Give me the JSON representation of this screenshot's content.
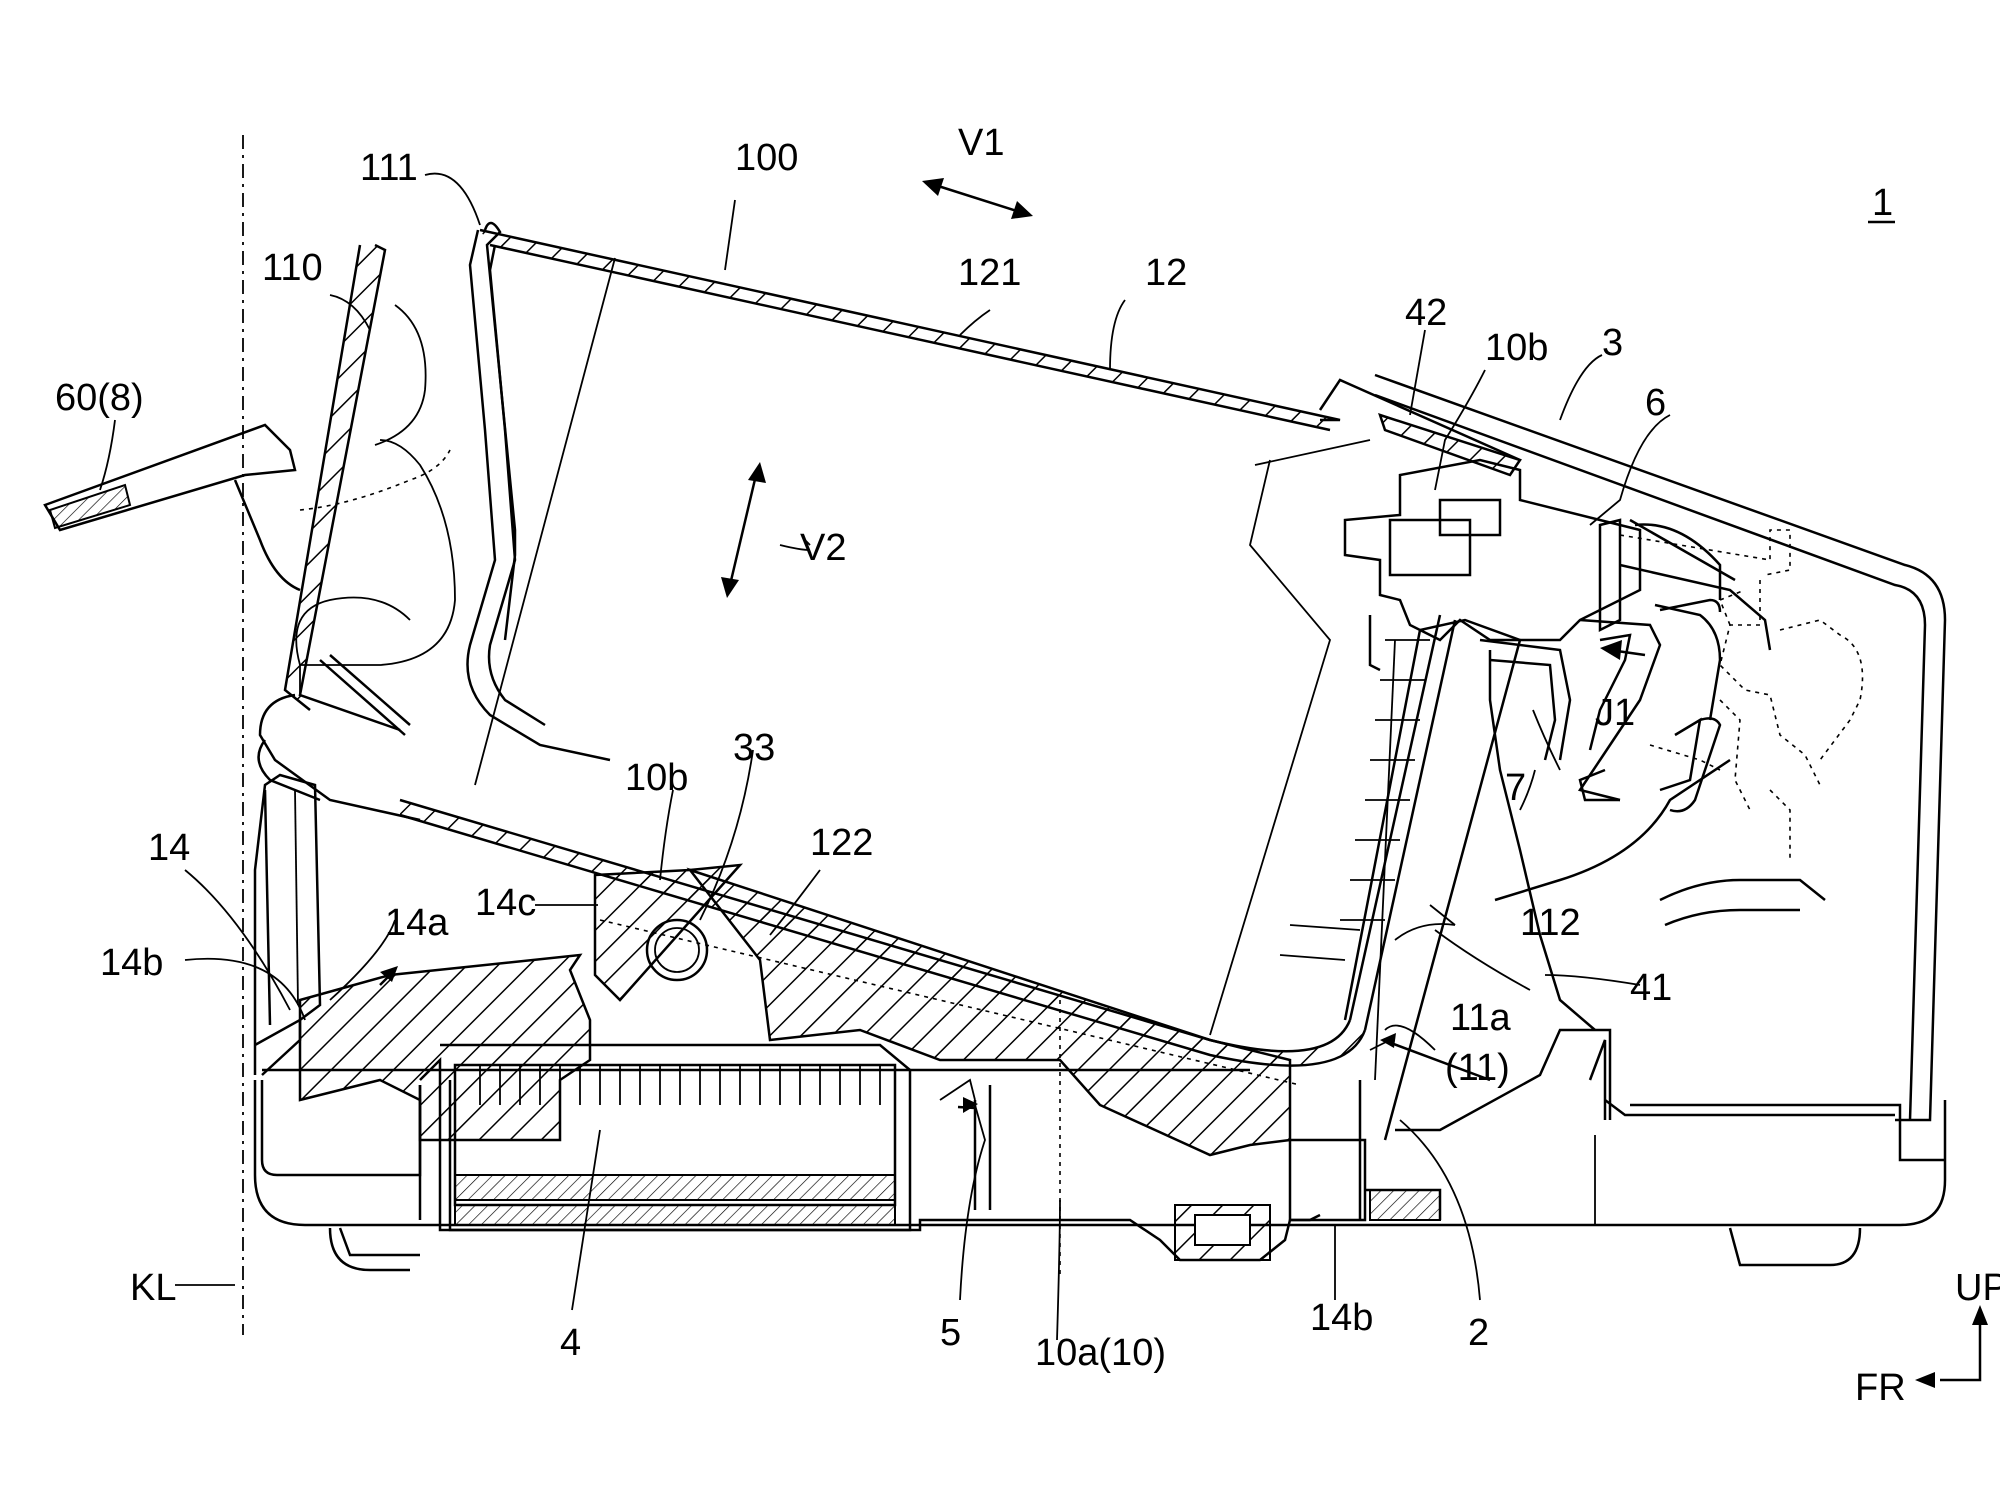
{
  "figure": {
    "ref_number": "1",
    "labels": {
      "l100": "100",
      "lV1": "V1",
      "l111": "111",
      "l110": "110",
      "l60": "60(8)",
      "l121": "121",
      "l12": "12",
      "l42": "42",
      "l10b_top": "10b",
      "l3": "3",
      "l6": "6",
      "lV2": "V2",
      "lJ1": "J1",
      "l7": "7",
      "l14": "14",
      "l10b_mid": "10b",
      "l33": "33",
      "l122": "122",
      "l14c": "14c",
      "l14a": "14a",
      "l14b_left": "14b",
      "l112": "112",
      "l11a": "11a",
      "l11": "(11)",
      "l41": "41",
      "lKL": "KL",
      "l4": "4",
      "l5": "5",
      "l10a": "10a(10)",
      "l14b_bottom": "14b",
      "l2": "2",
      "lUP": "UP",
      "lFR": "FR"
    }
  }
}
